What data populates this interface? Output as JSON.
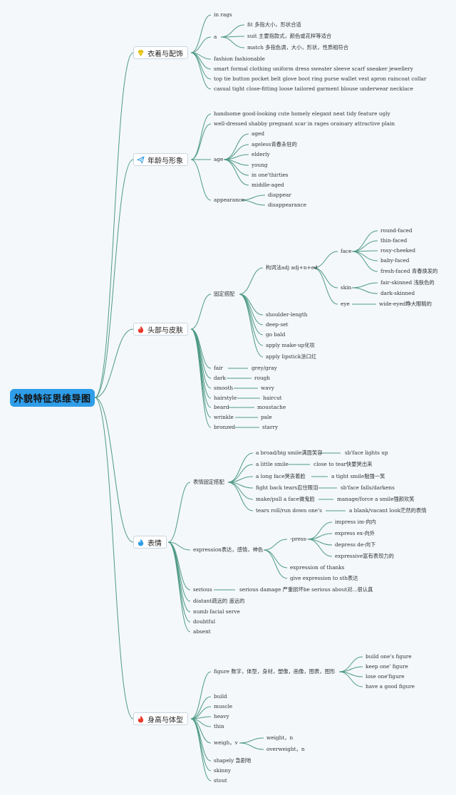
{
  "title": "外貌特征思维导图",
  "colors": {
    "line": "#4f9a84",
    "root": "#2f9de8"
  },
  "branches": [
    {
      "label": "衣着与配饰",
      "icon": "diamond-icon",
      "items": {
        "in_rags": "in rags",
        "a": "a",
        "fit": "fit 多指大小，形状合适",
        "suit": "suit 主要指款式，颜色或花样等适合",
        "match": "match 多指色调，大小，形状，性质相符合",
        "fashion": "fashion fashionable",
        "smart": "smart formal clothing uniform dress sweater sleeve scarf sneaker jewellery",
        "top": "top tie button pocket belt glove boot ring purse wallet vest apron raincoat collar",
        "casual": "casual tight close-fitting loose tailored garment blouse underwear necklace"
      }
    },
    {
      "label": "年龄与形象",
      "icon": "paper-plane-icon",
      "items": {
        "handsome": "handsome good-looking cute homely elegant neat tidy feature ugly",
        "well_dressed": "well-dressed shabby pregnant scar in rages orainary attractive plain",
        "age": "age",
        "aged": "aged",
        "ageless": "ageless青春永驻的",
        "elderly": "elderly",
        "young": "young",
        "thirties": "in one'thirties",
        "middle_aged": "middle-aged",
        "appearance": "appearance",
        "diappear": "diappear",
        "disappearance": "disappearance"
      }
    },
    {
      "label": "头部与皮肤",
      "icon": "flame-icon",
      "items": {
        "fixed": "固定搭配",
        "word_formation": "构词法adj adj+n+ed",
        "face": "face",
        "round": "round-faced",
        "thin": "thin-faced",
        "rosy": "rosy-cheeked",
        "baby": "baby-faced",
        "fresh": "fresh-faced 青春焕发的",
        "skin": "skin",
        "fair_skinned": "fair-skinned 浅肤色的",
        "dark_skinned": "dark-skinned",
        "eye": "eye",
        "wide_eyed": "wide-eyed睁大眼睛的",
        "shoulder": "shoulder-length",
        "deep_set": "deep-set",
        "bald": "go bald",
        "makeup": "apply make-up化妆",
        "lipstick": "apply lipstick涂口红",
        "fair": "fair",
        "grey": "grey/gray",
        "dark": "dark",
        "rough": "rough",
        "smooth": "smooth",
        "wavy": "wavy",
        "hairstyle": "hairstyle",
        "haircut": "haircut",
        "beard": "beard",
        "moustache": "moustache",
        "wrinkle": "wrinkle",
        "pale": "pale",
        "bronzed": "bronzed",
        "starry": "starry"
      }
    },
    {
      "label": "表情",
      "icon": "flame-icon",
      "items": {
        "fixed": "表情固定搭配",
        "broad_smile": "a broad/big smile满面笑容",
        "lights_up": "sb'face lights up",
        "little_smile": "a little smile",
        "close_tears": "close to tear快要哭出来",
        "long_face": "a long face哭丧着脸",
        "tight_smile": "a tight smile勉强一笑",
        "fight_tears": "fight back tears忍住眼泪",
        "falls": "sb'face falls/darkens",
        "make_face": "make/pull a face做鬼脸",
        "force_smile": "manage/force a smile强颜欢笑",
        "tears_roll": "tears roll/run down one's",
        "blank_look": "a blank/vacant look茫然的表情",
        "expression": "expression表达，感情，神色",
        "press": "-press-",
        "impress": "impress im-向内",
        "express": "express ex-向外",
        "depress": "depress de-向下",
        "expressive": "expressive富有表现力的",
        "expression_thanks": "expression of thanks",
        "give_expression": "give expression to sth表达",
        "serious": "serious",
        "serious_damage": "serious damage 严重损坏be serious about对...很认真",
        "diatant": "diatant疏远的 遥远的",
        "numb": "numb facial serve",
        "doubtful": "doubtful",
        "absent": "absent"
      }
    },
    {
      "label": "身高与体型",
      "icon": "flame-icon",
      "items": {
        "figure": "figure 数字，体型，身材，塑像，画像，图表，图形",
        "build_figure": "build one's figure",
        "keep_figure": "keep one' figure",
        "lose_figure": "lose one'figure",
        "good_figure": "have a good figure",
        "build": "build",
        "muscle": "muscle",
        "heavy": "heavy",
        "thin": "thin",
        "weigh": "weigh，v",
        "weight": "weight，n",
        "overweight": "overweight，n",
        "shapely": "shapely 急剧地",
        "skinny": "skinny",
        "stout": "stout"
      }
    }
  ]
}
